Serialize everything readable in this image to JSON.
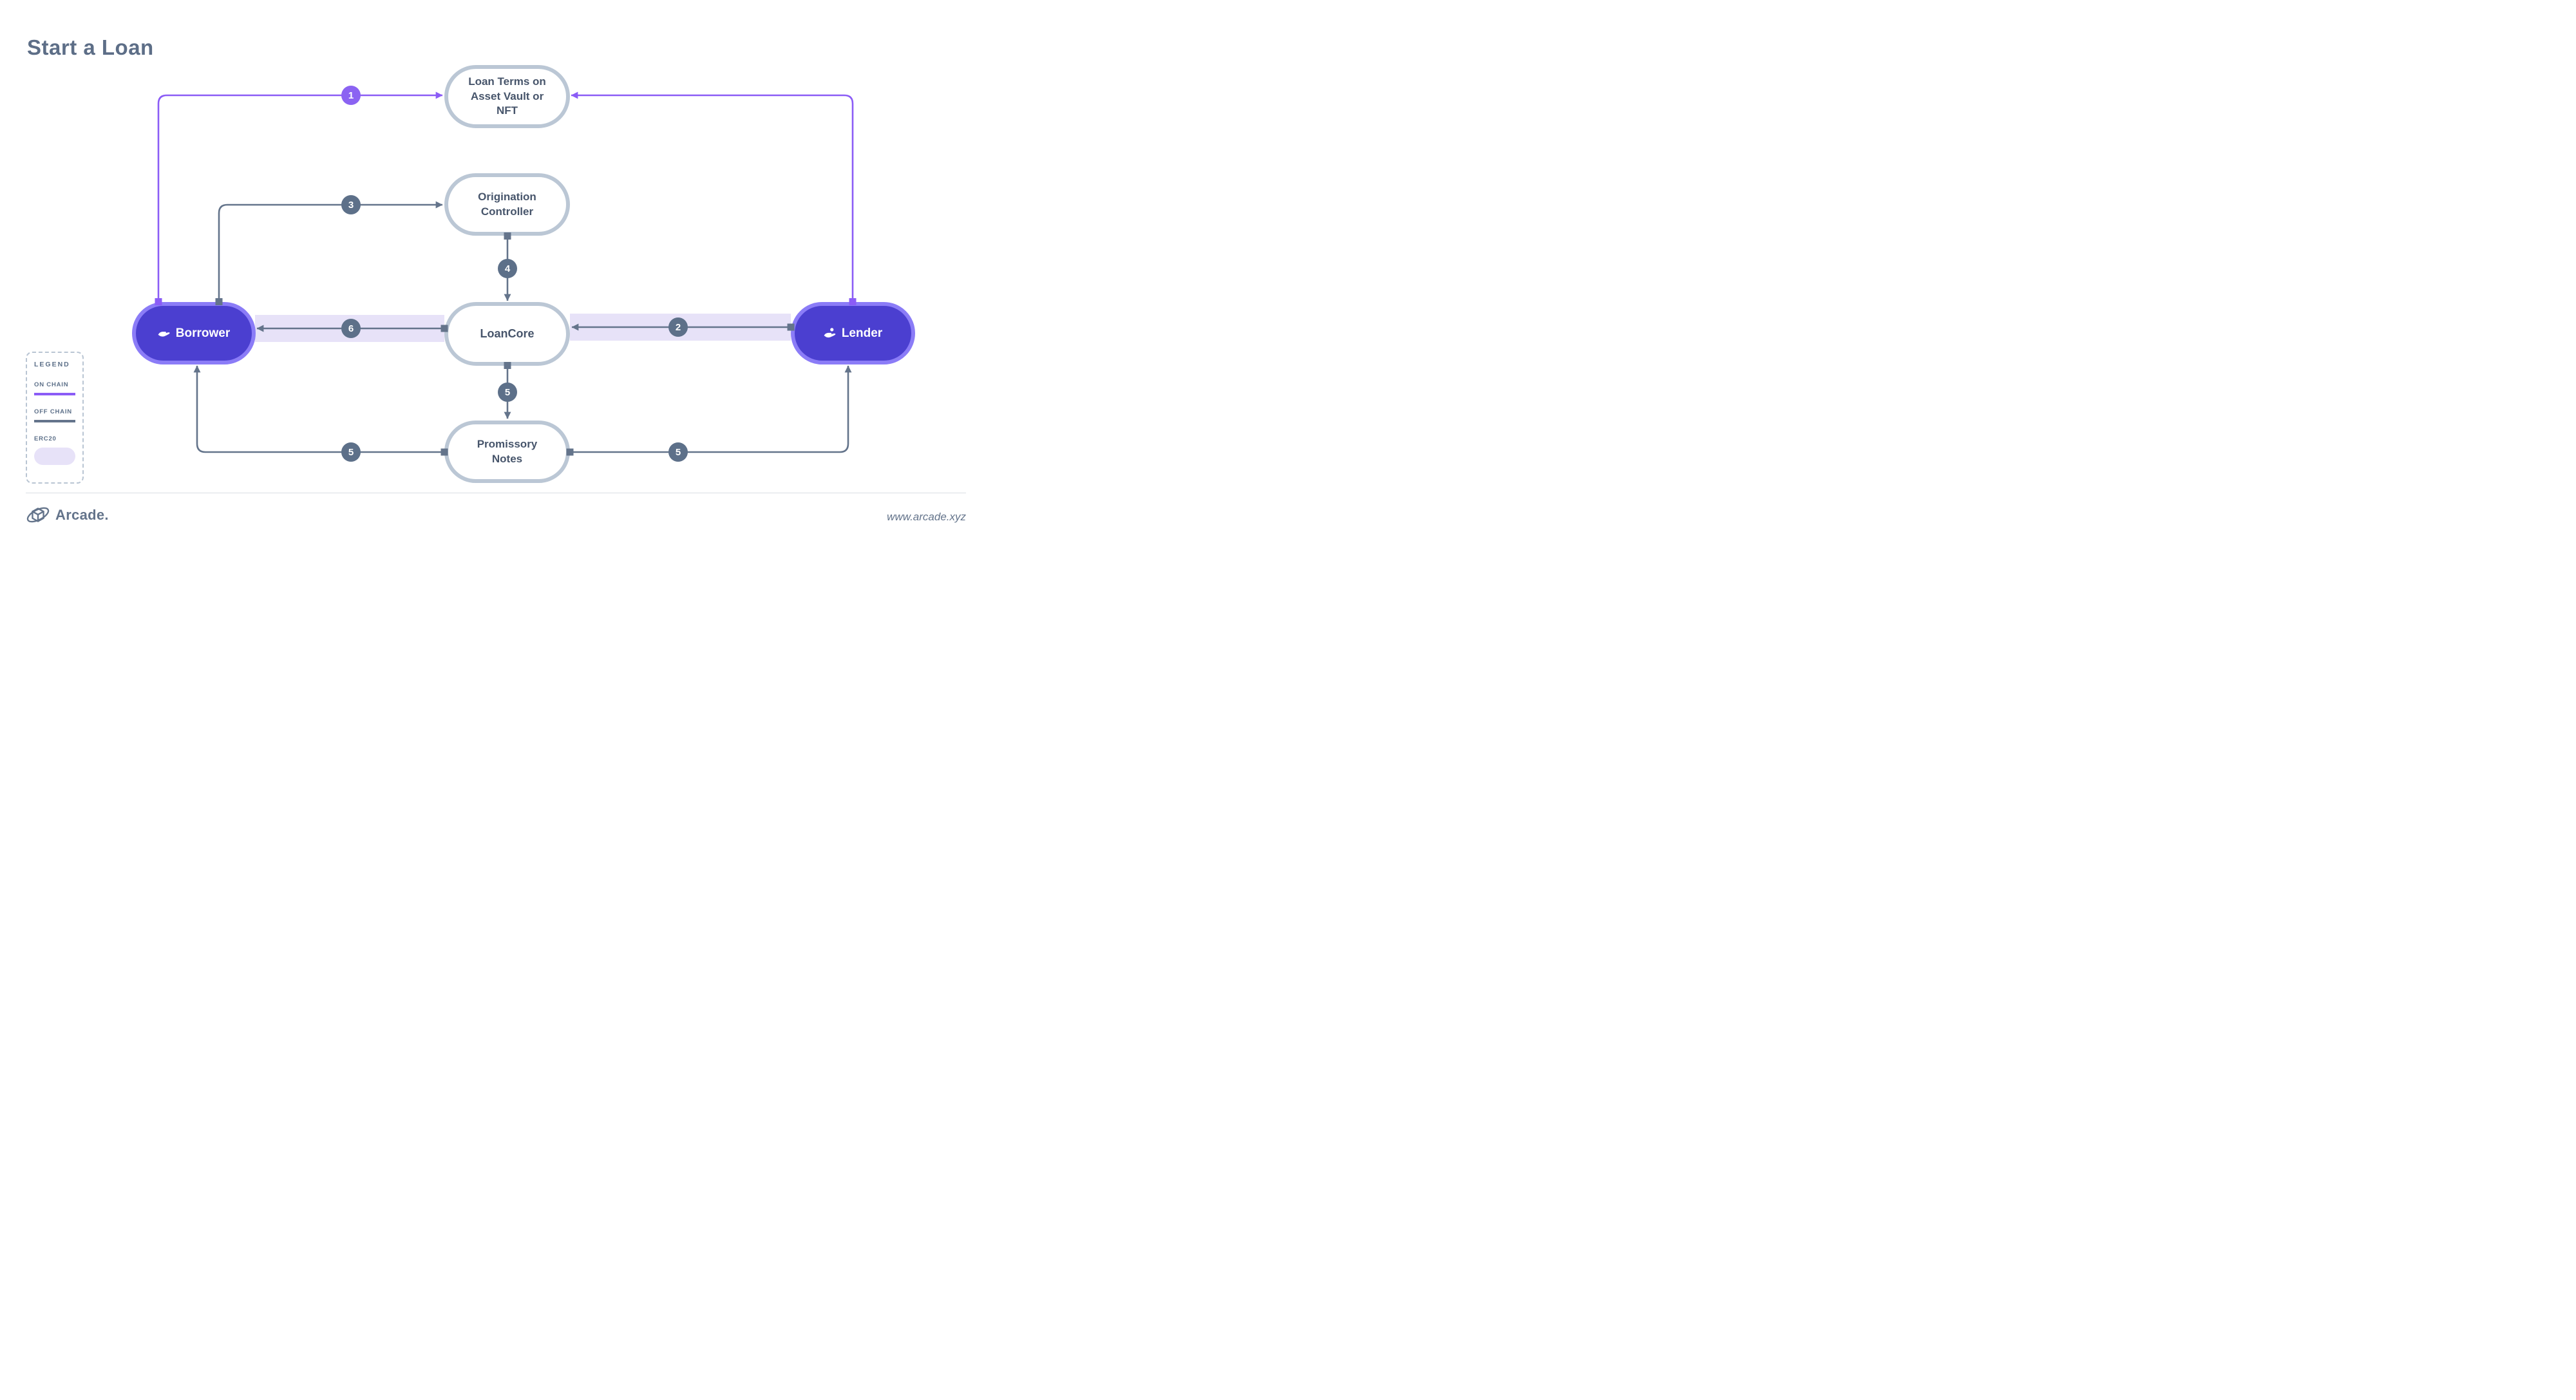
{
  "title": "Start a Loan",
  "nodes": {
    "loan_terms": {
      "lines": [
        "Loan Terms on",
        "Asset Vault or",
        "NFT"
      ]
    },
    "origination": {
      "lines": [
        "Origination",
        "Controller"
      ]
    },
    "loancore": {
      "label": "LoanCore"
    },
    "promissory": {
      "lines": [
        "Promissory",
        "Notes"
      ]
    },
    "borrower": {
      "label": "Borrower",
      "icon": "hand-holding-icon"
    },
    "lender": {
      "label": "Lender",
      "icon": "hand-holding-user-icon"
    }
  },
  "steps": {
    "s1": "1",
    "s2": "2",
    "s3": "3",
    "s4": "4",
    "s5": "5",
    "s6": "6"
  },
  "legend": {
    "title": "LEGEND",
    "on_chain_label": "ON CHAIN",
    "off_chain_label": "OFF CHAIN",
    "erc20_label": "ERC20"
  },
  "footer": {
    "brand": "Arcade.",
    "url": "www.arcade.xyz"
  },
  "colors": {
    "on_chain": "#8b5cf6",
    "off_chain": "#64748b",
    "erc20_band": "#e7e2f8",
    "step_badge_purple": "#8b63f2",
    "step_badge_slate": "#5d7089",
    "node_purple_fill": "#4b3fd0",
    "node_purple_border": "#8b7cf7",
    "node_gray_border": "#bbc7d5",
    "heading_text": "#5d6e87",
    "node_text": "#47556b"
  }
}
